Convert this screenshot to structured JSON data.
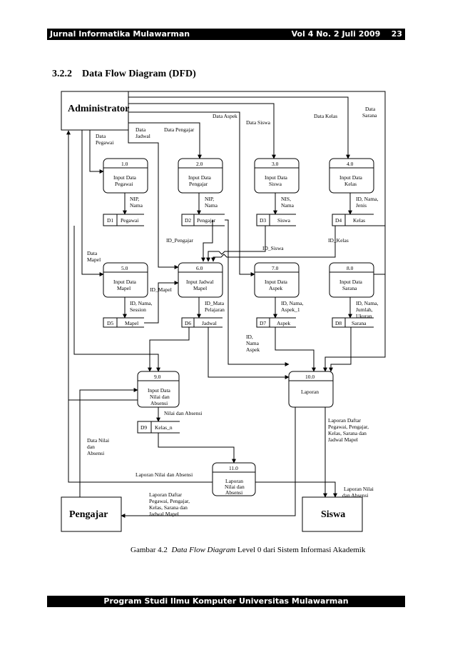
{
  "header": {
    "journal": "Jurnal Informatika Mulawarman",
    "volume": "Vol 4 No. 2 Juli 2009",
    "page": "23"
  },
  "section": {
    "title": "3.2.2    Data Flow Diagram (DFD)"
  },
  "dfd": {
    "entities": {
      "admin": "Administrator",
      "pengajar": "Pengajar",
      "siswa": "Siswa"
    },
    "processes": [
      {
        "num": "1.0",
        "l1": "Input Data",
        "l2": "Pegawai",
        "l3": ""
      },
      {
        "num": "2.0",
        "l1": "Input Data",
        "l2": "Pengajar",
        "l3": ""
      },
      {
        "num": "3.0",
        "l1": "Input Data",
        "l2": "Siswa",
        "l3": ""
      },
      {
        "num": "4.0",
        "l1": "Input Data",
        "l2": "Kelas",
        "l3": ""
      },
      {
        "num": "5.0",
        "l1": "Input Data",
        "l2": "Mapel",
        "l3": ""
      },
      {
        "num": "6.0",
        "l1": "Input Jadwal",
        "l2": "Mapel",
        "l3": ""
      },
      {
        "num": "7.0",
        "l1": "Input Data",
        "l2": "Aspek",
        "l3": ""
      },
      {
        "num": "8.0",
        "l1": "Input Data",
        "l2": "Sarana",
        "l3": ""
      },
      {
        "num": "9.0",
        "l1": "Input Data",
        "l2": "Nilai dan",
        "l3": "Absensi"
      },
      {
        "num": "10.0",
        "l1": "Laporan",
        "l2": "",
        "l3": ""
      },
      {
        "num": "11.0",
        "l1": "Laporan",
        "l2": "Nilai dan",
        "l3": "Absensi"
      }
    ],
    "stores": [
      {
        "id": "D1",
        "name": "Pegawai"
      },
      {
        "id": "D2",
        "name": "Pengajar"
      },
      {
        "id": "D3",
        "name": "Siswa"
      },
      {
        "id": "D4",
        "name": "Kelas"
      },
      {
        "id": "D5",
        "name": "Mapel"
      },
      {
        "id": "D6",
        "name": "Jadwal"
      },
      {
        "id": "D7",
        "name": "Aspek"
      },
      {
        "id": "D8",
        "name": "Sarana"
      },
      {
        "id": "D9",
        "name": "Kelas_n"
      }
    ],
    "flows": {
      "data_aspek": "Data Aspek",
      "data_siswa": "Data Siswa",
      "data_kelas": "Data Kelas",
      "data_sarana_1": "Data",
      "data_sarana_2": "Sarana",
      "data_jadwal_1": "Data",
      "data_jadwal_2": "Jadwal",
      "data_pengajar": "Data Pengajar",
      "data_pegawai_1": "Data",
      "data_pegawai_2": "Pegawai",
      "nip_nama_1_a": "NIP,",
      "nip_nama_1_b": "Nama",
      "nip_nama_2_a": "NIP,",
      "nip_nama_2_b": "Nama",
      "nis_nama_a": "NIS,",
      "nis_nama_b": "Nama",
      "id_jenis_a": "ID, Nama,",
      "id_jenis_b": "Jenis",
      "id_pengajar": "ID_Pengajar",
      "id_siswa": "ID_Siswa",
      "id_kelas": "ID_Kelas",
      "data_mapel_1": "Data",
      "data_mapel_2": "Mapel",
      "id_mapel": "ID_Mapel",
      "id_session_a": "ID, Nama,",
      "id_session_b": "Session",
      "id_mata_a": "ID_Mata",
      "id_mata_b": "Pelajaran",
      "id_aspek_a": "ID, Nama,",
      "id_aspek_b": "Aspek_1",
      "id_sarana_a": "ID, Nama,",
      "id_sarana_b": "Jumlah,",
      "id_sarana_c": "Ukuran",
      "id_nama_aspek_a": "ID,",
      "id_nama_aspek_b": "Nama",
      "id_nama_aspek_c": "Aspek",
      "nilai_absensi": "Nilai dan Absensi",
      "data_nilai_a": "Data Nilai",
      "data_nilai_b": "dan",
      "data_nilai_c": "Absensi",
      "lap_daftar_r_a": "Laporan Daftar",
      "lap_daftar_r_b": "Pegawai, Pengajar,",
      "lap_daftar_r_c": "Kelas, Sarana dan",
      "lap_daftar_r_d": "Jadwal Mapel",
      "lap_nilai_absensi": "Laporan Nilai dan Absensi",
      "lap_daftar_l_a": "Laporan Daftar",
      "lap_daftar_l_b": "Pegawai, Pengajar,",
      "lap_daftar_l_c": "Kelas, Sarana dan",
      "lap_daftar_l_d": "Jadwal Mapel",
      "lap_nilai_siswa_a": "Laporan Nilai",
      "lap_nilai_siswa_b": "dan Absensi"
    }
  },
  "caption": {
    "prefix": "Gambar 4.2  ",
    "italic": "Data Flow Diagram",
    "rest": " Level 0 dari Sistem Informasi Akademik"
  },
  "footer": {
    "text": "Program Studi Ilmu Komputer Universitas Mulawarman"
  }
}
